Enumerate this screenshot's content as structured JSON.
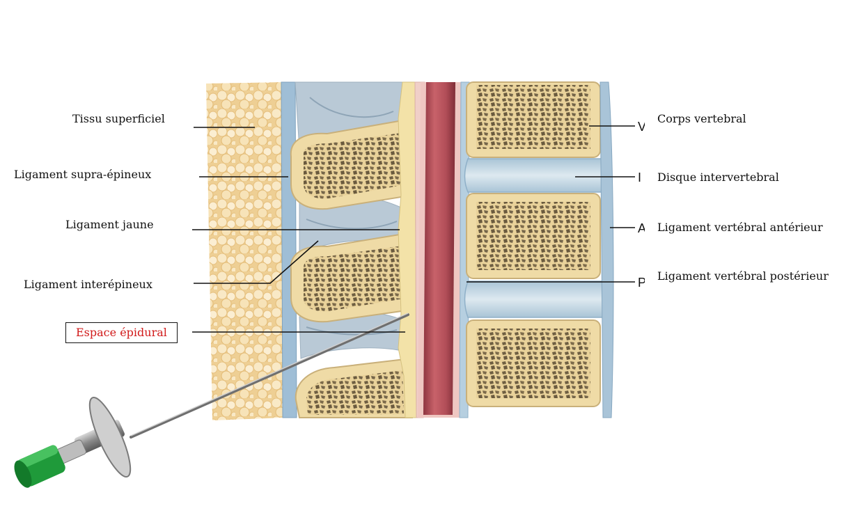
{
  "labels_left": {
    "tissu": "Tissu superficiel",
    "supra": "Ligament supra-épineux",
    "jaune": "Ligament jaune",
    "inter": "Ligament interépineux",
    "epidural": "Espace épidural"
  },
  "labels_right": {
    "corps": "Corps vertebral",
    "disque": "Disque intervertebral",
    "anterieur": "Ligament  vertébral antérieur",
    "posterieur": "Ligament  vertébral postérieur"
  },
  "partial_letters": {
    "v": "V",
    "i": "I",
    "a": "A",
    "p": "P"
  },
  "colors": {
    "fat": "#f2d8a4",
    "fat_globule": "#f8e8c4",
    "bone_cortex": "#efdba6",
    "bone_trabecular": "#7a6a4a",
    "disc": "#c9dde8",
    "ligament_flavum": "#f3e2a8",
    "spinal_cord": "#b8525a",
    "epidural_space": "#f0cfc8",
    "ligament_blue": "#9fbed6",
    "needle_hub": "#1f9a3a",
    "highlight_text": "#d11a1a"
  }
}
